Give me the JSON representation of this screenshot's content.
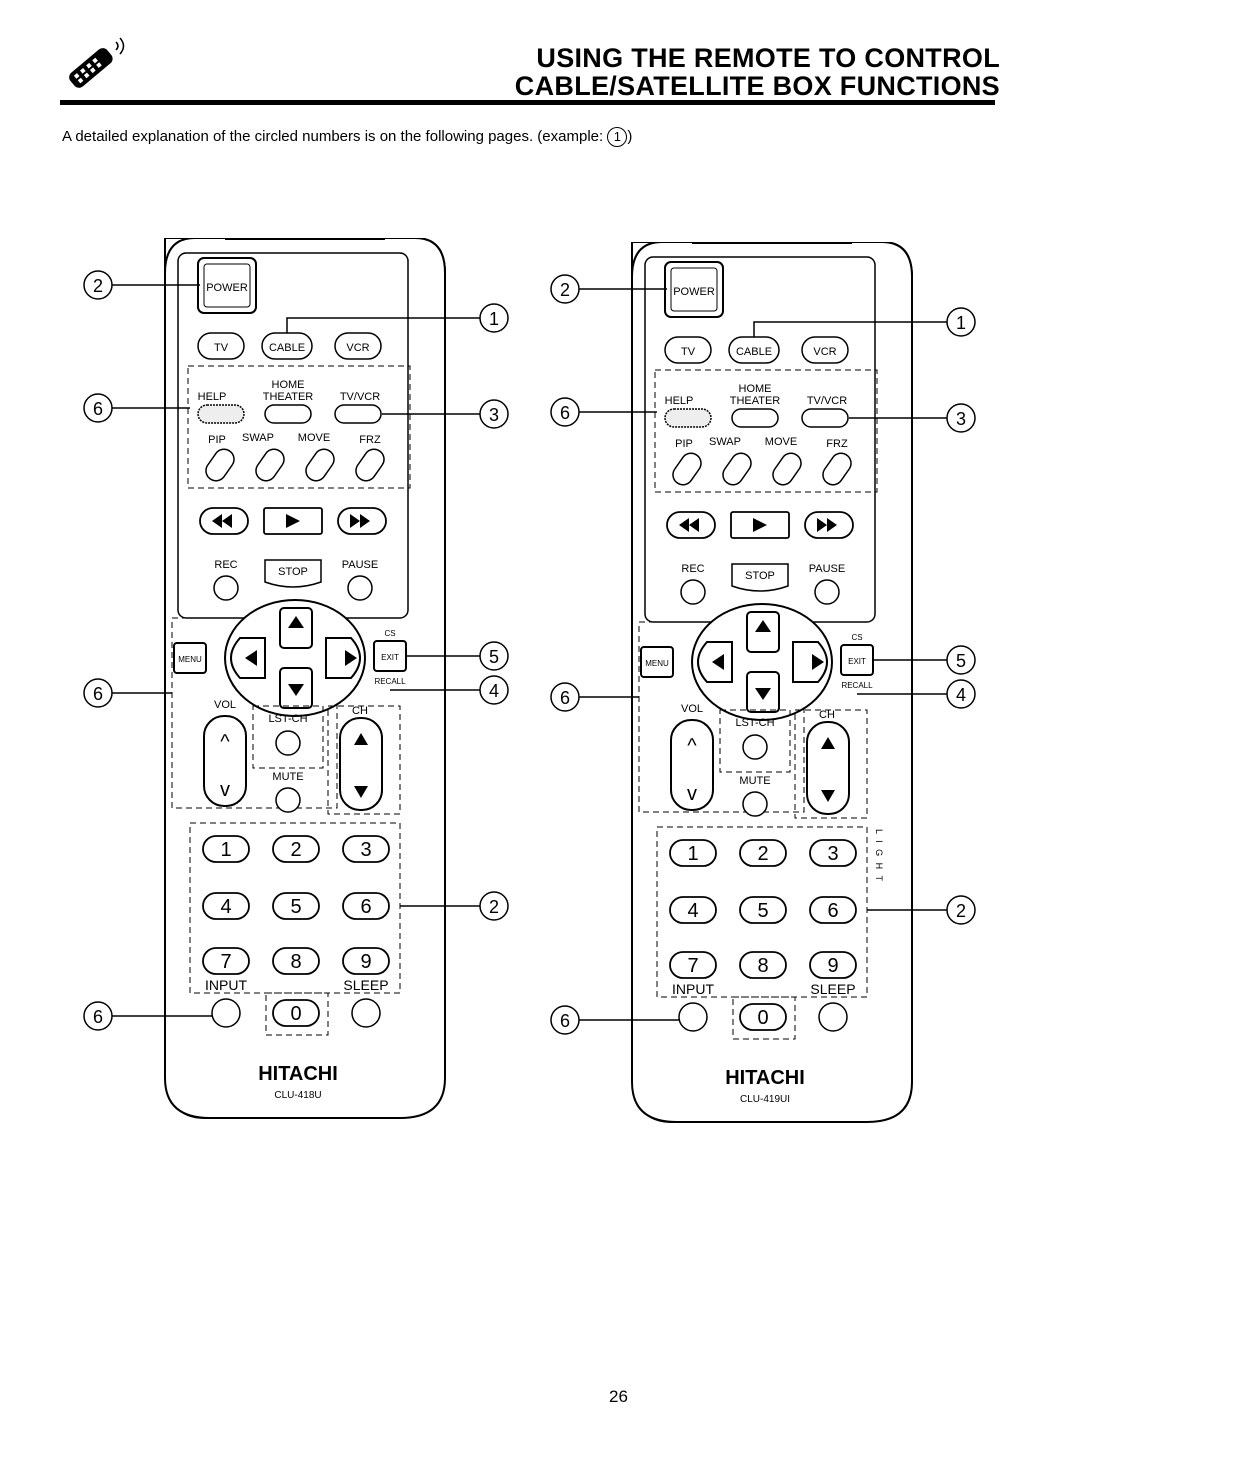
{
  "page": {
    "title_line1": "USING THE REMOTE TO CONTROL",
    "title_line2": "CABLE/SATELLITE BOX FUNCTIONS",
    "intro": "A detailed explanation of the circled numbers is on the following pages. (example: ",
    "intro_example": "1",
    "intro_close": ")",
    "page_number": "26"
  },
  "remotes": [
    {
      "brand": "HITACHI",
      "model": "CLU-418U"
    },
    {
      "brand": "HITACHI",
      "model": "CLU-419UI",
      "light_label": "L I G H T"
    }
  ],
  "buttons": {
    "power": "POWER",
    "tv": "TV",
    "cable": "CABLE",
    "vcr": "VCR",
    "help": "HELP",
    "home": "HOME",
    "theater": "THEATER",
    "tvvcr": "TV/VCR",
    "pip": "PIP",
    "swap": "SWAP",
    "move": "MOVE",
    "frz": "FRZ",
    "rec": "REC",
    "stop": "STOP",
    "pause": "PAUSE",
    "menu": "MENU",
    "exit": "EXIT",
    "cs": "CS",
    "recall": "RECALL",
    "vol": "VOL",
    "lstch": "LST-CH",
    "ch": "CH",
    "mute": "MUTE",
    "input": "INPUT",
    "sleep": "SLEEP",
    "digits": [
      "1",
      "2",
      "3",
      "4",
      "5",
      "6",
      "7",
      "8",
      "9",
      "0"
    ]
  },
  "callouts": [
    "1",
    "2",
    "3",
    "4",
    "5",
    "6"
  ]
}
